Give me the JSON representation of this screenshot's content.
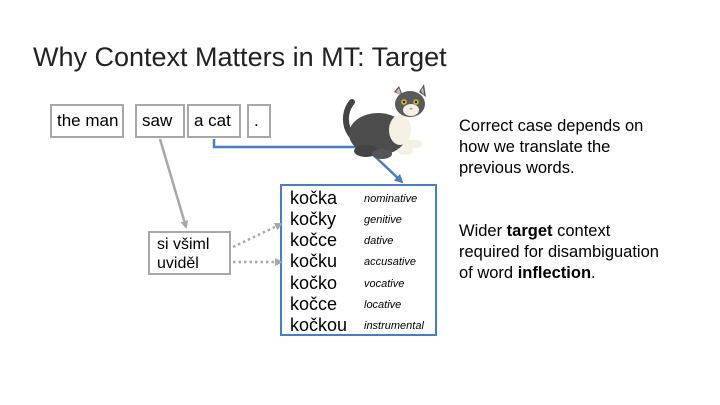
{
  "title": "Why Context Matters in MT: Target",
  "source_words": [
    "the man",
    "saw",
    "a cat",
    "."
  ],
  "verb_options": [
    "si všiml",
    "uviděl"
  ],
  "cases": [
    {
      "form": "kočka",
      "name": "nominative"
    },
    {
      "form": "kočky",
      "name": "genitive"
    },
    {
      "form": "kočce",
      "name": "dative"
    },
    {
      "form": "kočku",
      "name": "accusative"
    },
    {
      "form": "kočko",
      "name": "vocative"
    },
    {
      "form": "kočce",
      "name": "locative"
    },
    {
      "form": "kočkou",
      "name": "instrumental"
    }
  ],
  "note1": {
    "lines": [
      "Correct case depends on",
      "how we translate the",
      "previous words."
    ]
  },
  "note2": {
    "line1_a": "Wider ",
    "line1_b": "target",
    "line1_c": " context",
    "line2": "required for disambiguation",
    "line3_a": "of word ",
    "line3_b": "inflection",
    "line3_c": "."
  },
  "colors": {
    "arrow_gray": "#a8a8a8",
    "arrow_blue": "#4a7cc7",
    "border_gray": "#a8a8a8"
  },
  "icons": {
    "cat": "cat-illustration"
  }
}
